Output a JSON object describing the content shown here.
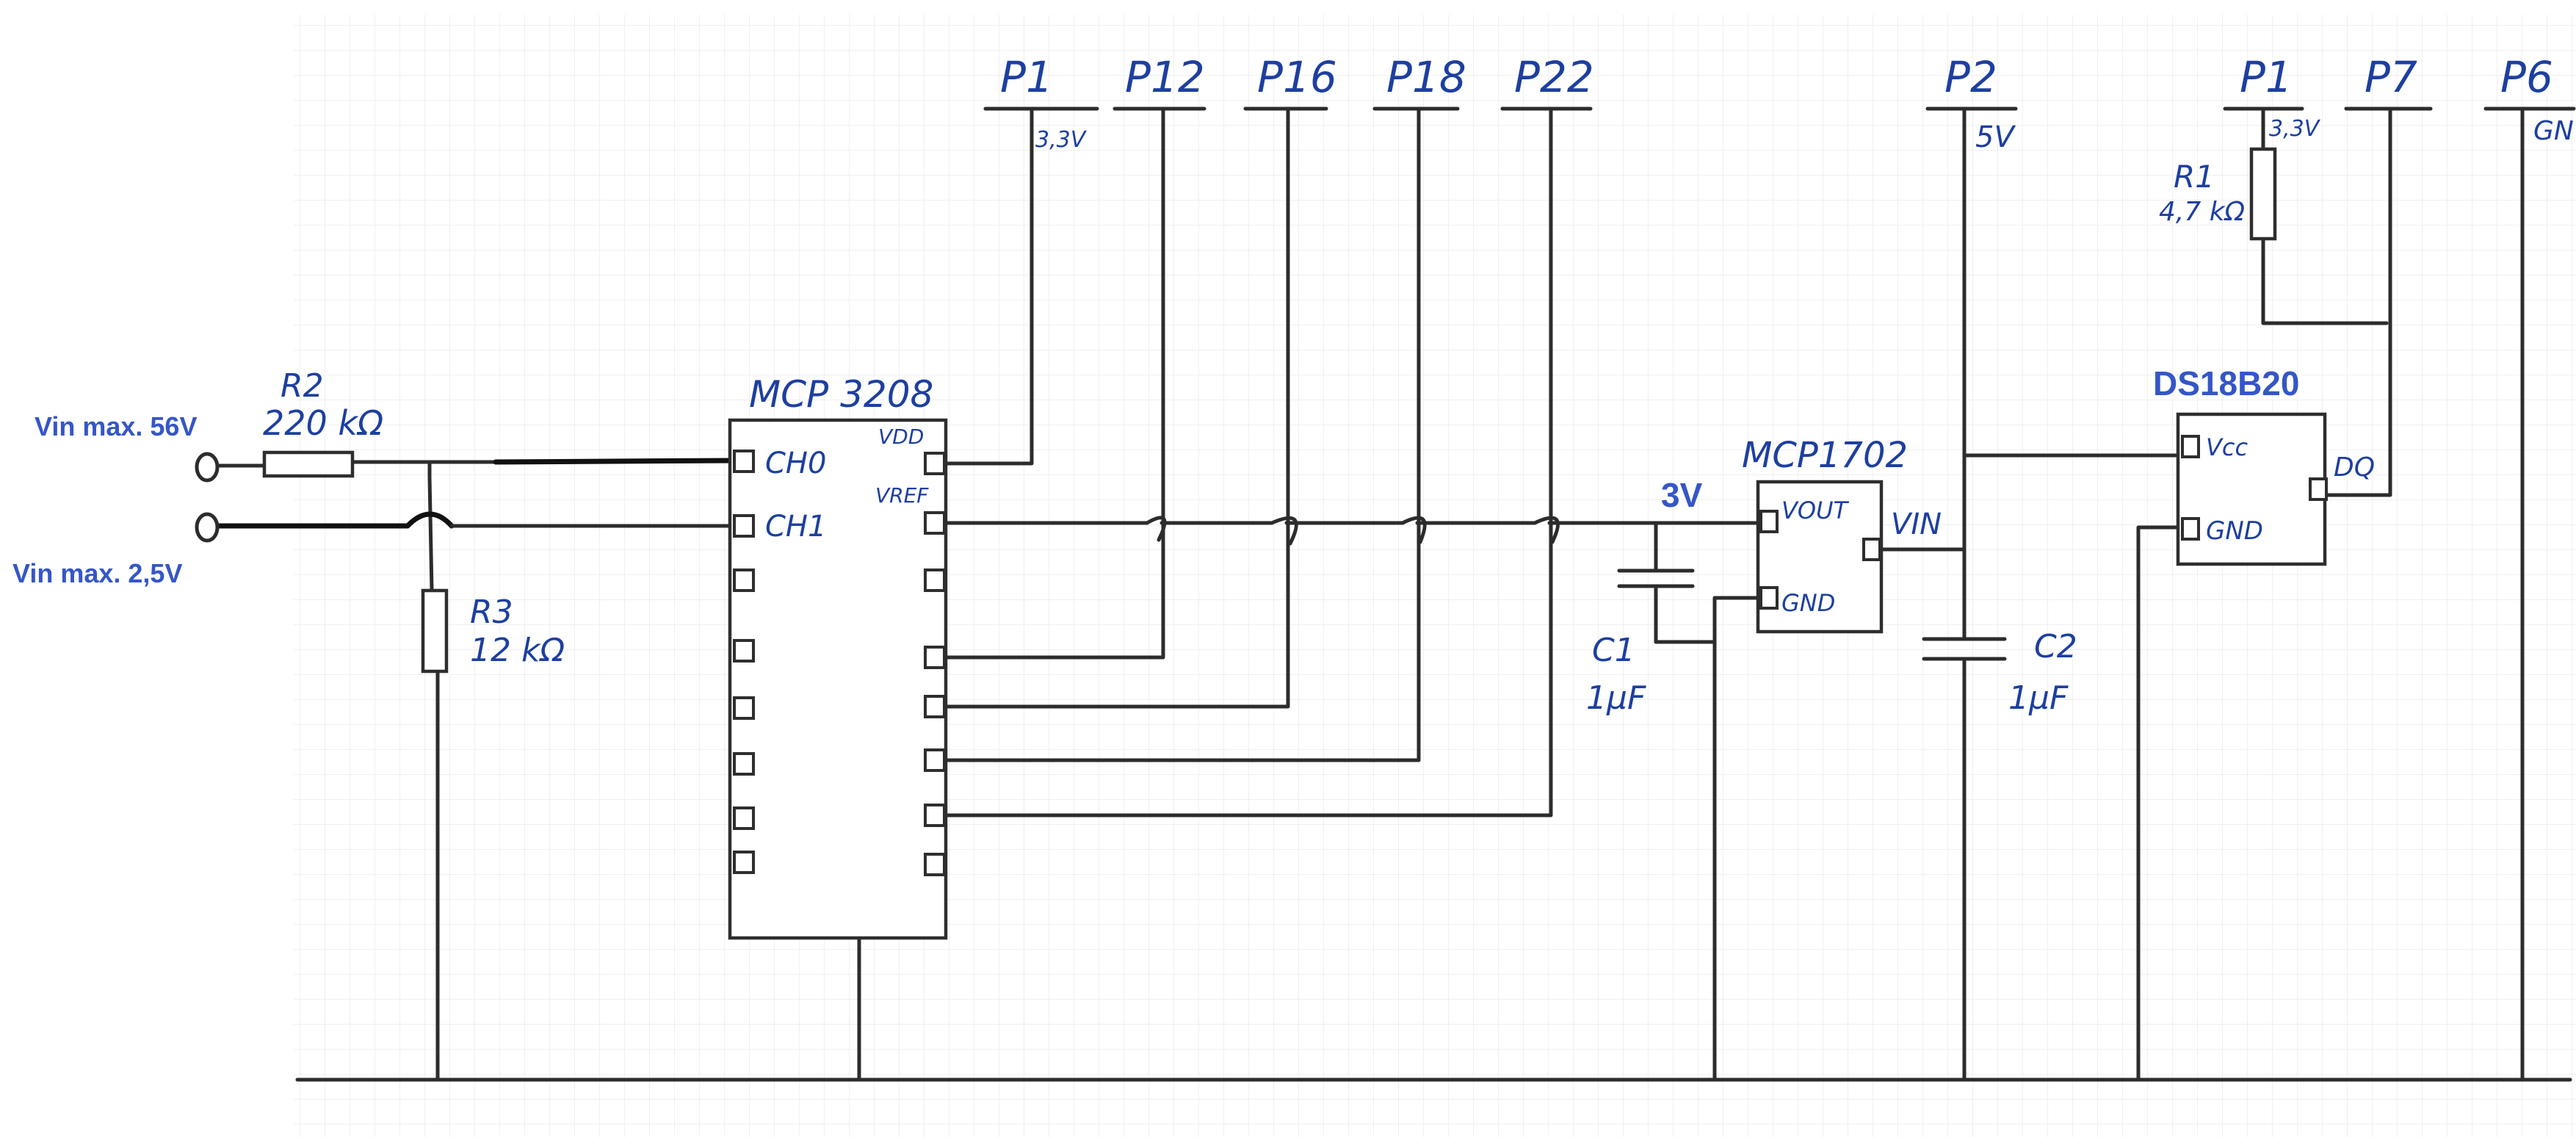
{
  "connectors": {
    "p1_left": {
      "label": "P1",
      "voltage": "3,3V"
    },
    "p12": {
      "label": "P12"
    },
    "p16": {
      "label": "P16"
    },
    "p18": {
      "label": "P18"
    },
    "p22": {
      "label": "P22"
    },
    "p2": {
      "label": "P2",
      "voltage": "5V"
    },
    "p1_right": {
      "label": "P1",
      "voltage": "3,3V"
    },
    "p7": {
      "label": "P7"
    },
    "p6": {
      "label": "P6",
      "voltage": "GN"
    }
  },
  "inputs": {
    "in1": "Vin max. 56V",
    "in2": "Vin max. 2,5V"
  },
  "components": {
    "r2": {
      "name": "R2",
      "value": "220 kΩ"
    },
    "r3": {
      "name": "R3",
      "value": "12 kΩ"
    },
    "r1": {
      "name": "R1",
      "value": "4,7 kΩ"
    },
    "c1": {
      "name": "C1",
      "value": "1µF"
    },
    "c2": {
      "name": "C2",
      "value": "1µF"
    }
  },
  "ics": {
    "mcp3208": {
      "name": "MCP 3208",
      "pins": {
        "ch0": "CH0",
        "ch1": "CH1",
        "vdd": "VDD",
        "vref": "VREF"
      }
    },
    "mcp1702": {
      "name": "MCP1702",
      "pins": {
        "vout": "VOUT",
        "gnd": "GND",
        "vin": "VIN"
      }
    },
    "ds18b20": {
      "name": "DS18B20",
      "pins": {
        "vcc": "Vcc",
        "gnd": "GND",
        "dq": "DQ"
      }
    }
  },
  "net_labels": {
    "vref_3v": "3V"
  },
  "colors": {
    "ink": "#2c2c2c",
    "handwriting": "#1d3fa0",
    "typed_label": "#3556c8",
    "grid": "#eeeeee"
  }
}
